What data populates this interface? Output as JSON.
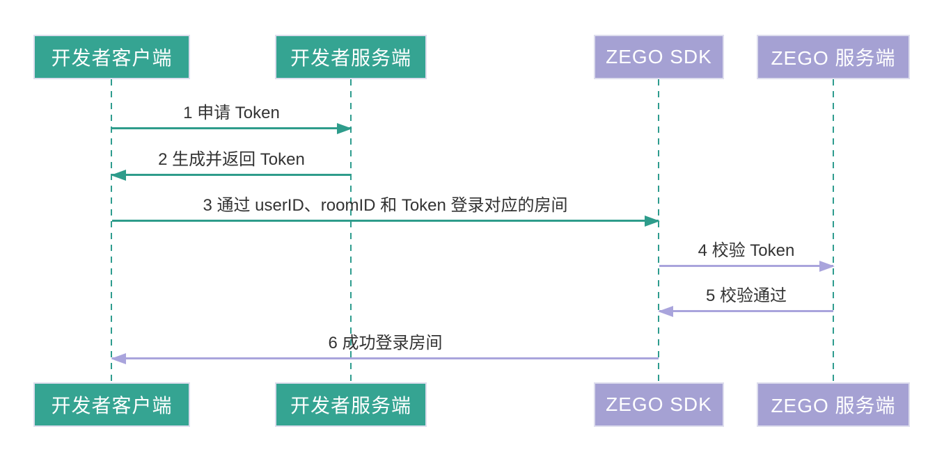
{
  "diagram": {
    "type": "sequence-diagram",
    "actors": [
      {
        "id": "developer-client",
        "label": "开发者客户端",
        "fill": "#35A492"
      },
      {
        "id": "developer-server",
        "label": "开发者服务端",
        "fill": "#35A492"
      },
      {
        "id": "zego-sdk",
        "label": "ZEGO SDK",
        "fill": "#A5A1D3"
      },
      {
        "id": "zego-server",
        "label": "ZEGO 服务端",
        "fill": "#A5A1D3"
      }
    ],
    "messages": [
      {
        "seq": "1",
        "label": "1 申请 Token",
        "from": "developer-client",
        "to": "developer-server",
        "direction": "right",
        "arrow_color": "#2E9C8B"
      },
      {
        "seq": "2",
        "label": "2 生成并返回 Token",
        "from": "developer-server",
        "to": "developer-client",
        "direction": "left",
        "arrow_color": "#2E9C8B"
      },
      {
        "seq": "3",
        "label": "3 通过 userID、roomID 和 Token 登录对应的房间",
        "from": "developer-client",
        "to": "zego-sdk",
        "direction": "right",
        "arrow_color": "#2E9C8B"
      },
      {
        "seq": "4",
        "label": "4 校验 Token",
        "from": "zego-sdk",
        "to": "zego-server",
        "direction": "right",
        "arrow_color": "#A9A4DC"
      },
      {
        "seq": "5",
        "label": "5 校验通过",
        "from": "zego-server",
        "to": "zego-sdk",
        "direction": "left",
        "arrow_color": "#A9A4DC"
      },
      {
        "seq": "6",
        "label": "6 成功登录房间",
        "from": "zego-sdk",
        "to": "developer-client",
        "direction": "left",
        "arrow_color": "#A9A4DC"
      }
    ],
    "colors": {
      "actor_green": "#35A492",
      "actor_purple": "#A5A1D3",
      "actor_border": "#DDDDED",
      "actor_text": "#FFFFFF",
      "lifeline": "#2E9C8E",
      "arrow_green": "#2E9C8B",
      "arrow_purple": "#A9A4DC",
      "message_text": "#333333",
      "background": "#FFFFFF"
    }
  }
}
